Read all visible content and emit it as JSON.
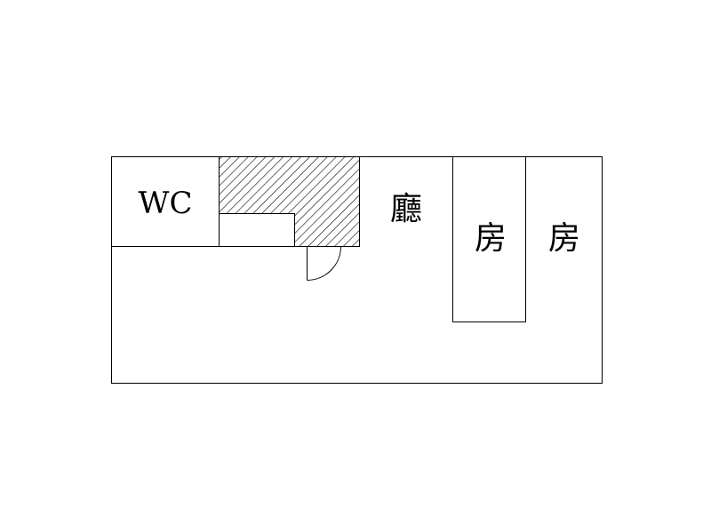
{
  "floor_plan": {
    "rooms": {
      "wc": {
        "label": "WC"
      },
      "living_room": {
        "label": "廳"
      },
      "bedroom_1": {
        "label": "房"
      },
      "bedroom_2": {
        "label": "房"
      }
    },
    "colors": {
      "line": "#000000",
      "background": "#ffffff",
      "hatch": "#000000"
    }
  }
}
